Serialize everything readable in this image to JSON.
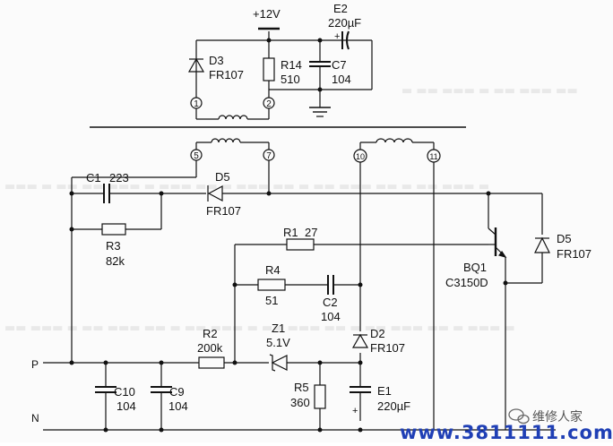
{
  "schematic": {
    "supply_label": "+12V",
    "pin_numbers": {
      "p1": "1",
      "p2": "2",
      "p5": "5",
      "p7": "7",
      "p10": "10",
      "p11": "11"
    },
    "rails": {
      "p": "P",
      "n": "N"
    },
    "components": {
      "d3": {
        "ref": "D3",
        "value": "FR107"
      },
      "r14": {
        "ref": "R14",
        "value": "510"
      },
      "c7": {
        "ref": "C7",
        "value": "104"
      },
      "e2": {
        "ref": "E2",
        "value": "220µF",
        "polarity": "+"
      },
      "c1": {
        "ref": "C1",
        "value": "223"
      },
      "d5a": {
        "ref": "D5",
        "value": "FR107"
      },
      "r3": {
        "ref": "R3",
        "value": "82k"
      },
      "r1": {
        "ref": "R1",
        "value": "27"
      },
      "r4": {
        "ref": "R4",
        "value": "51"
      },
      "c2": {
        "ref": "C2",
        "value": "104"
      },
      "r2": {
        "ref": "R2",
        "value": "200k"
      },
      "z1": {
        "ref": "Z1",
        "value": "5.1V"
      },
      "d2": {
        "ref": "D2",
        "value": "FR107"
      },
      "r5": {
        "ref": "R5",
        "value": "360"
      },
      "e1": {
        "ref": "E1",
        "value": "220µF",
        "polarity": "+"
      },
      "c10": {
        "ref": "C10",
        "value": "104"
      },
      "c9": {
        "ref": "C9",
        "value": "104"
      },
      "bq1": {
        "ref": "BQ1",
        "value": "C3150D"
      },
      "d5b": {
        "ref": "D5",
        "value": "FR107"
      }
    }
  },
  "watermark": {
    "site": "www.3811111.com",
    "brand": "维修人家"
  }
}
